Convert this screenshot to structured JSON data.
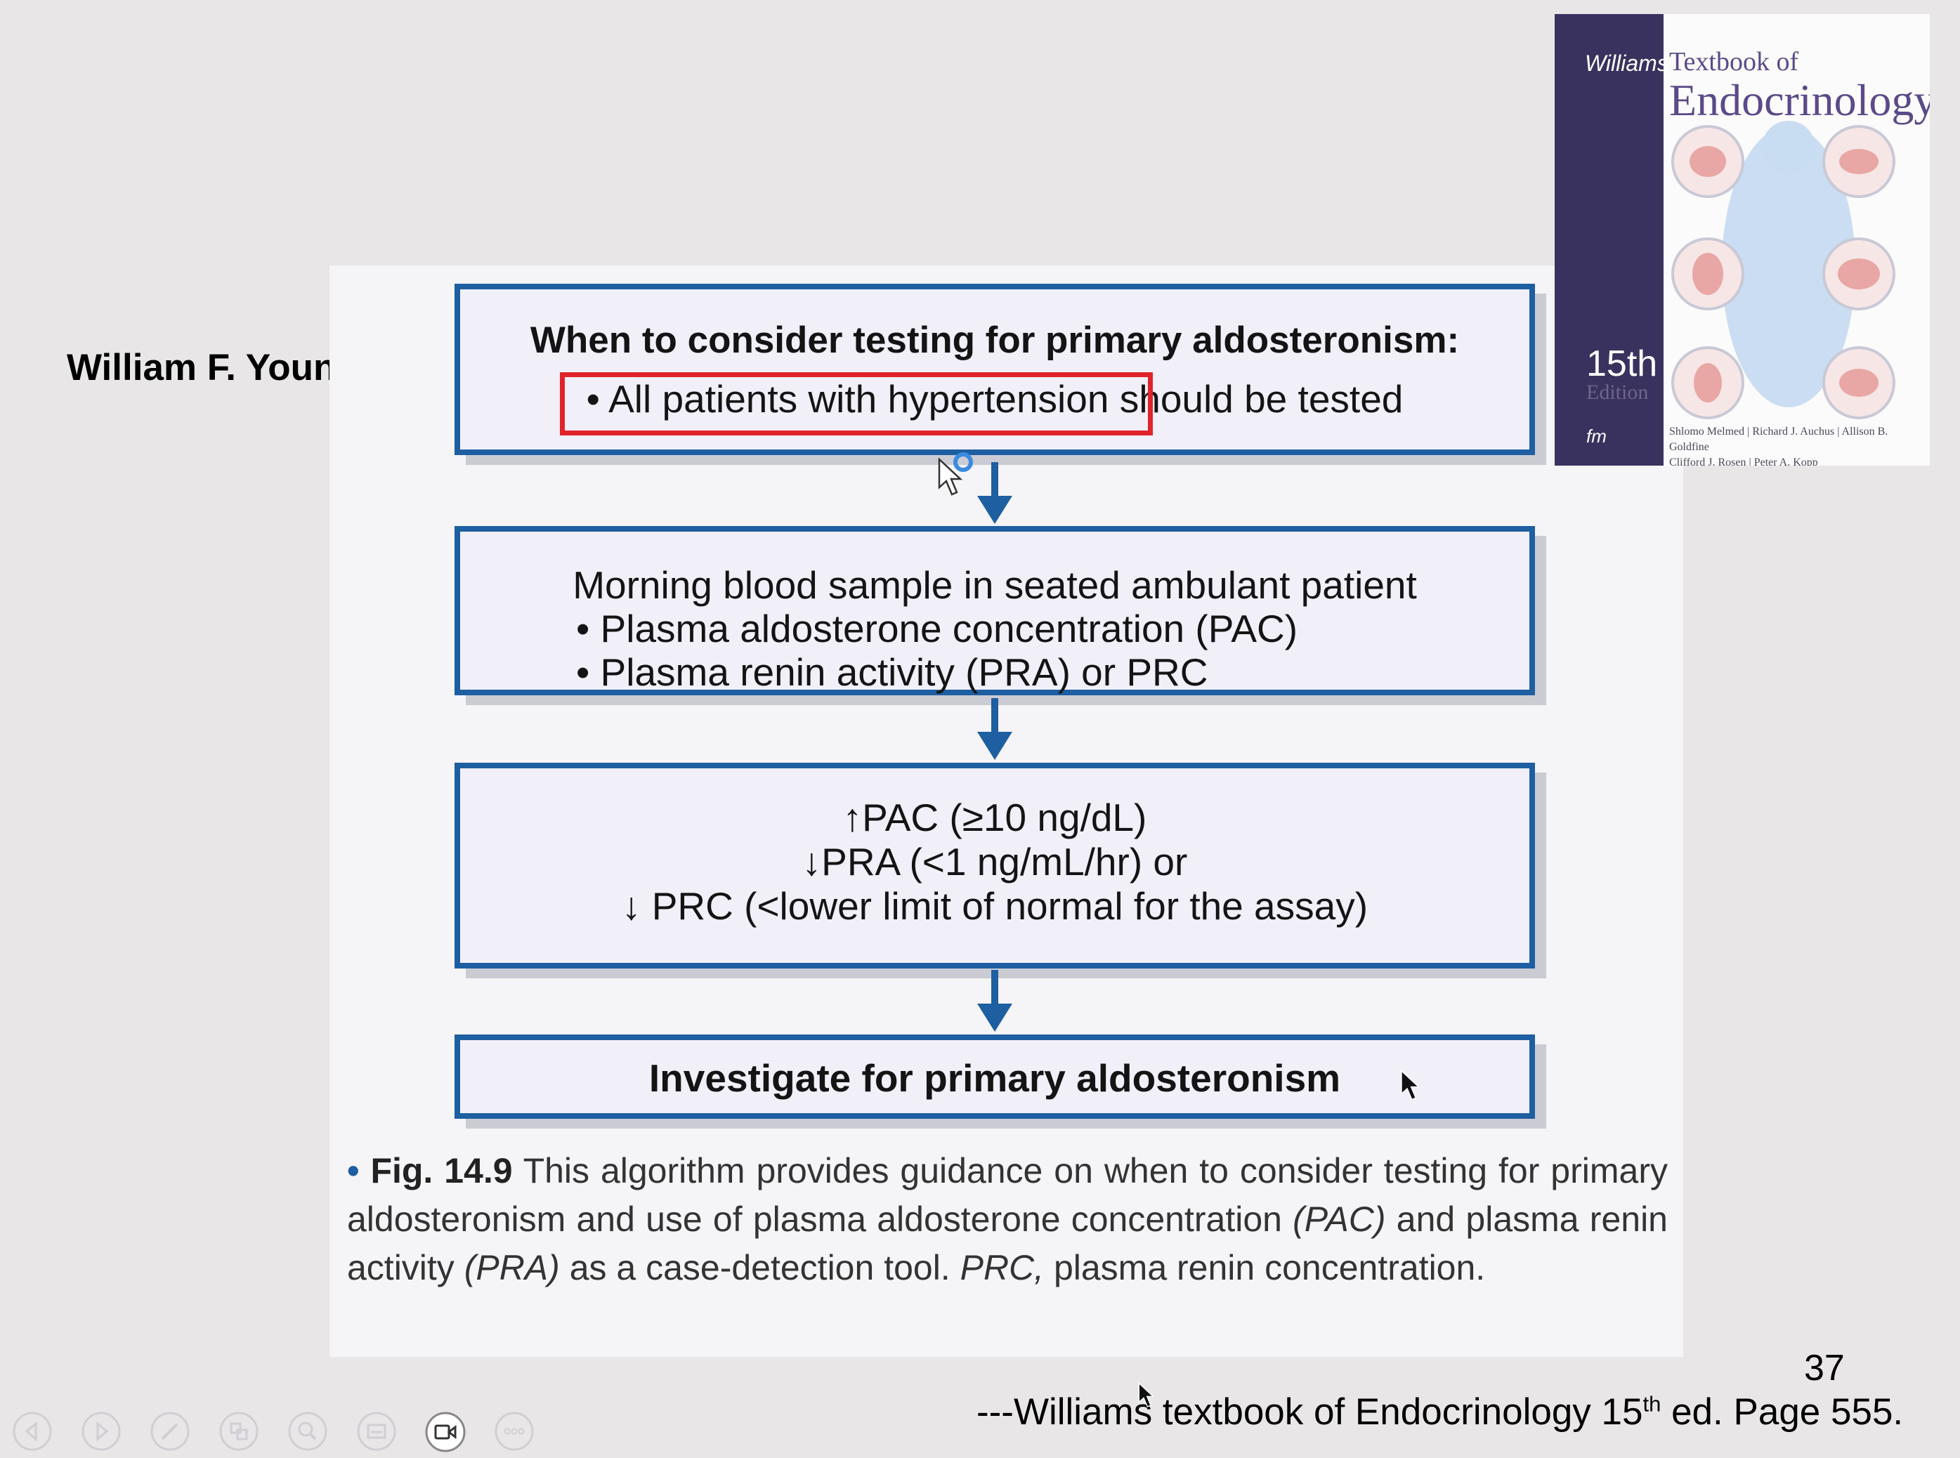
{
  "author": "William F. Young Jr.",
  "flowchart": {
    "box1": {
      "title": "When to consider testing for primary aldosteronism:",
      "bullet_highlight": "• All patients with hypertension",
      "bullet_rest": " should be tested"
    },
    "box2": {
      "main": "Morning blood sample in seated ambulant patient",
      "bullets": [
        "• Plasma aldosterone concentration (PAC)",
        "• Plasma renin activity (PRA) or PRC"
      ]
    },
    "box3": {
      "lines": [
        "↑PAC (≥10 ng/dL)",
        "↓PRA (<1 ng/mL/hr) or",
        "↓  PRC (<lower limit of normal for the assay)"
      ]
    },
    "box4": {
      "text": "Investigate for primary aldosteronism"
    }
  },
  "caption": {
    "bullet": "•",
    "fig_label": "Fig. 14.9",
    "text_1": " This algorithm provides guidance on when to consider testing for primary aldosteronism and use of plasma aldosterone concentration ",
    "abbr_pac": "(PAC)",
    "text_2": " and plasma renin activity ",
    "abbr_pra": "(PRA)",
    "text_3": " as a case-detection tool. ",
    "abbr_prc": "PRC,",
    "text_4": " plasma renin concentration."
  },
  "book_cover": {
    "williams": "Williams",
    "textbook_of": "Textbook of",
    "endocrinology": "Endocrinology",
    "edition_number": "15th",
    "edition_word": "Edition",
    "publisher_logo": "fm",
    "authors_line1": "Shlomo Melmed | Richard J. Auchus | Allison B. Goldfine",
    "authors_line2": "Clifford J. Rosen | Peter A. Kopp",
    "spine_color": "#3a325e",
    "title_color": "#5b4a88"
  },
  "page_number": "37",
  "citation": {
    "pre": "---Williams textbook of Endocrinology 15",
    "sup": "th",
    "post": " ed. Page 555."
  },
  "colors": {
    "box_border": "#1d5fa1",
    "box_fill": "#f1eff8",
    "highlight": "#e0242a",
    "background": "#e8e6e7"
  },
  "toolbar": {
    "buttons": [
      "previous-icon",
      "next-icon",
      "pen-icon",
      "slides-icon",
      "zoom-icon",
      "subtitles-icon",
      "video-camera-icon",
      "more-icon"
    ]
  }
}
